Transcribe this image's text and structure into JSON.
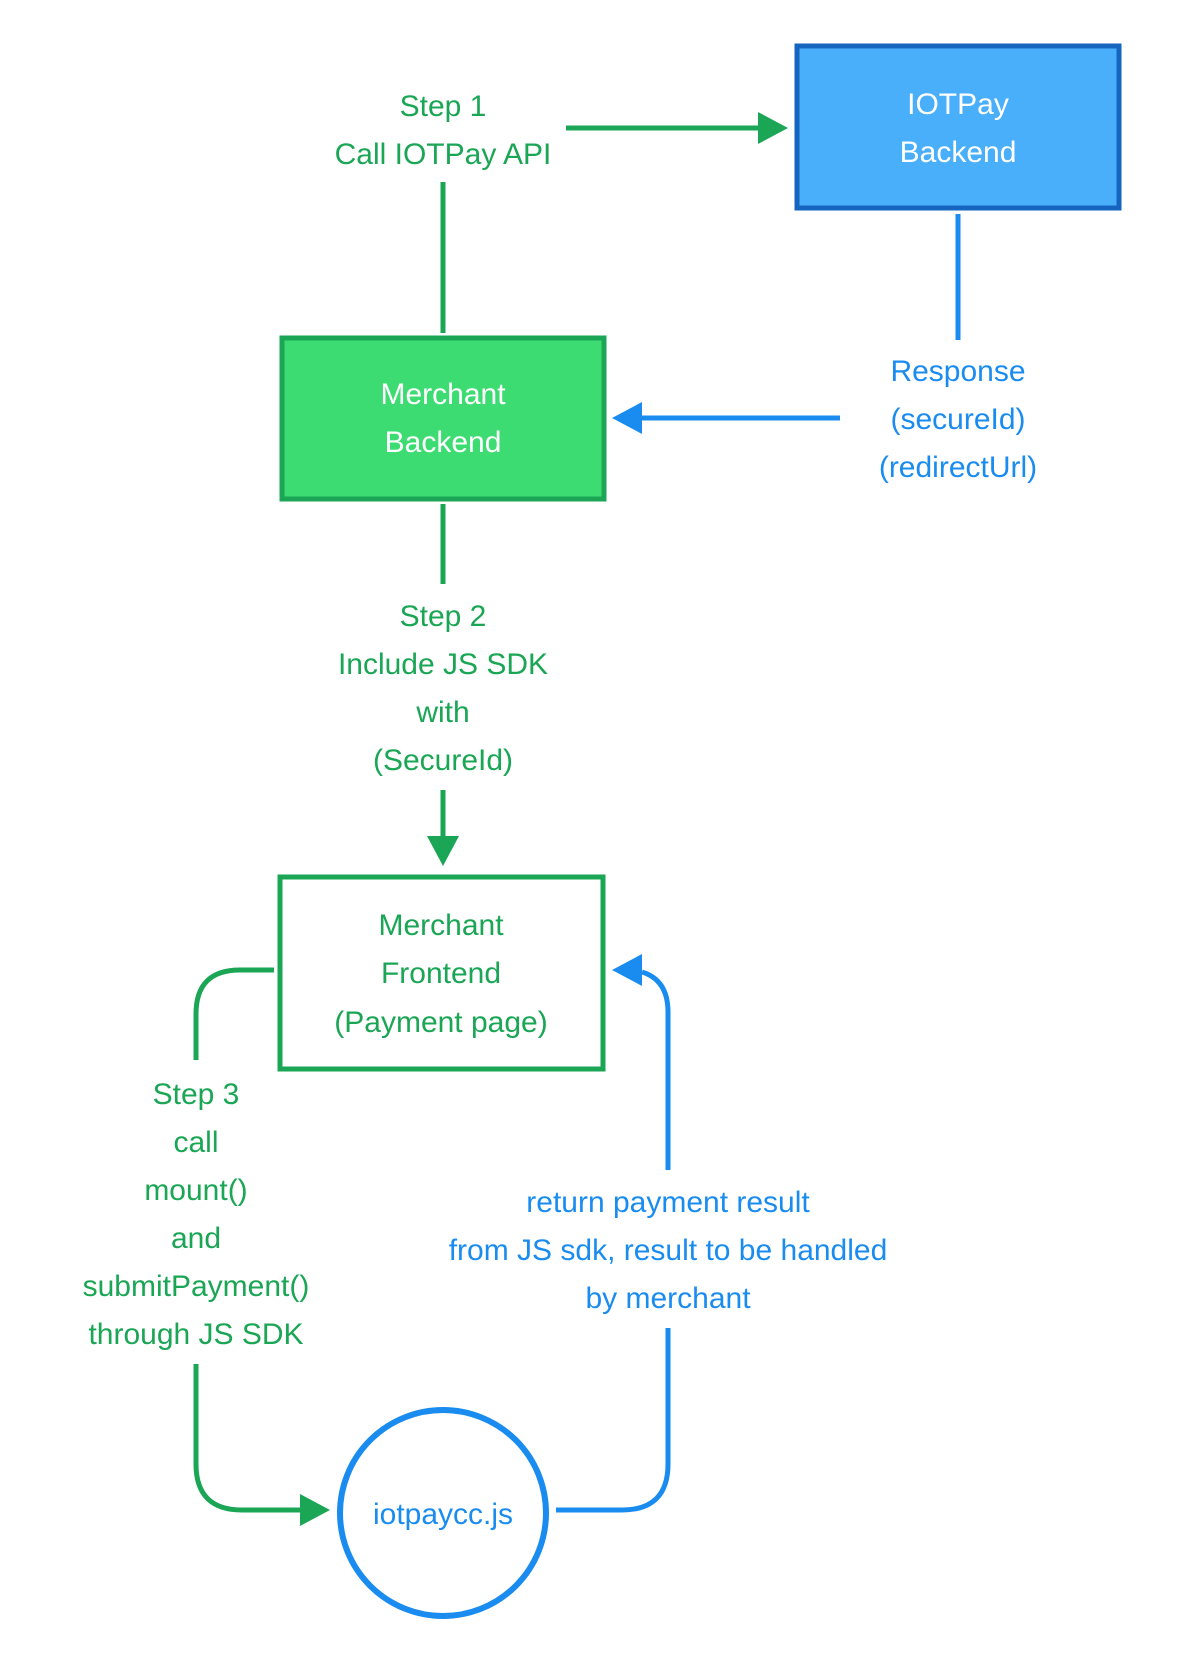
{
  "colors": {
    "green": "#1aa655",
    "green_fill": "#3ddc72",
    "blue": "#1a8cf0",
    "blue_fill": "#4aaffa",
    "blue_border": "#1565c0",
    "white": "#ffffff"
  },
  "nodes": {
    "iotpay_backend": {
      "lines": [
        "IOTPay",
        "Backend"
      ]
    },
    "merchant_backend": {
      "lines": [
        "Merchant",
        "Backend"
      ]
    },
    "merchant_frontend": {
      "lines": [
        "Merchant",
        "Frontend",
        "(Payment page)"
      ]
    },
    "iotpaycc": {
      "lines": [
        "iotpaycc.js"
      ]
    }
  },
  "edges": {
    "step1": {
      "lines": [
        "Step 1",
        "Call IOTPay API"
      ]
    },
    "response": {
      "lines": [
        "Response",
        "(secureId)",
        "(redirectUrl)"
      ]
    },
    "step2": {
      "lines": [
        "Step 2",
        "Include JS SDK",
        "with",
        "(SecureId)"
      ]
    },
    "step3": {
      "lines": [
        "Step 3",
        "call",
        "mount()",
        "and",
        "submitPayment()",
        "through JS SDK"
      ]
    },
    "return_result": {
      "lines": [
        "return payment result",
        "from JS sdk, result to be handled",
        "by merchant"
      ]
    }
  }
}
